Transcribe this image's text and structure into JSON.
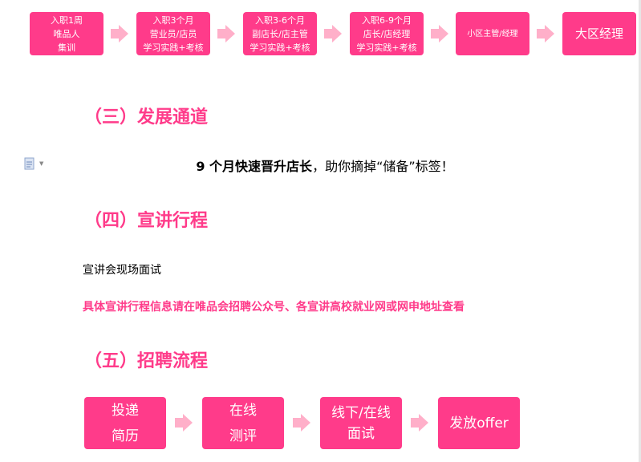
{
  "career_path": [
    {
      "lines": [
        "入职1周",
        "唯品人",
        "集训"
      ]
    },
    {
      "lines": [
        "入职3个月",
        "营业员/店员",
        "学习实践+考核"
      ]
    },
    {
      "lines": [
        "入职3-6个月",
        "副店长/店主管",
        "学习实践+考核"
      ]
    },
    {
      "lines": [
        "入职6-9个月",
        "店长/店经理",
        "学习实践+考核"
      ]
    },
    {
      "lines": [
        "小区主管/经理"
      ]
    },
    {
      "lines": [
        "大区经理"
      ]
    }
  ],
  "section3": {
    "heading": "（三）发展通道",
    "highlight": "9 个月快速晋升店长",
    "rest": "，助你摘掉“储备”标签！"
  },
  "section4": {
    "heading": "（四）宣讲行程",
    "line1": "宣讲会现场面试",
    "line2": "具体宣讲行程信息请在唯品会招聘公众号、各宣讲高校就业网或网申地址查看"
  },
  "section5": {
    "heading": "（五）招聘流程",
    "steps": [
      {
        "lines": [
          "投递",
          "简历"
        ]
      },
      {
        "lines": [
          "在线",
          "测评"
        ]
      },
      {
        "lines": [
          "线下/在线",
          "面试"
        ]
      },
      {
        "lines": [
          "发放offer"
        ]
      }
    ]
  },
  "colors": {
    "accent": "#ff3b8a",
    "arrow": "#ffafc9"
  }
}
